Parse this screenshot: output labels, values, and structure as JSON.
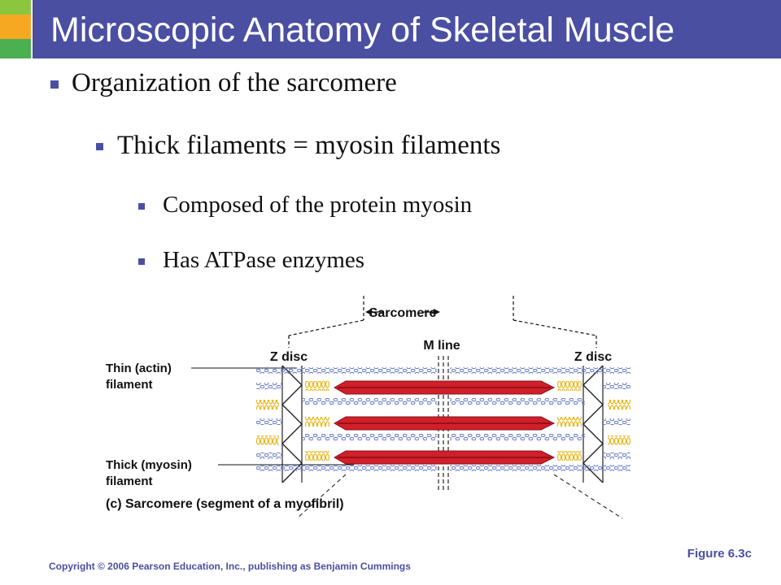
{
  "slide": {
    "title": "Microscopic Anatomy of Skeletal Muscle",
    "accent_colors": [
      "#8cc63f",
      "#f7a823",
      "#4caf50",
      "#4a4fa2"
    ],
    "bullets": [
      {
        "level": 1,
        "text": "Organization of the sarcomere"
      },
      {
        "level": 2,
        "text": "Thick filaments = myosin filaments"
      },
      {
        "level": 3,
        "text": "Composed of the protein myosin"
      },
      {
        "level": 3,
        "text": "Has ATPase enzymes"
      }
    ],
    "figure_label": "Figure 6.3c",
    "copyright": "Copyright © 2006 Pearson Education, Inc., publishing as Benjamin Cummings"
  },
  "figure": {
    "labels": {
      "sarcomere": "Sarcomere",
      "m_line": "M line",
      "z_disc_left": "Z disc",
      "z_disc_right": "Z disc",
      "thin_filament_line1": "Thin (actin)",
      "thin_filament_line2": "filament",
      "thick_filament_line1": "Thick (myosin)",
      "thick_filament_line2": "filament",
      "caption_prefix": "(c) Sarcomere",
      "caption_rest": " (segment of a myofibril)"
    },
    "colors": {
      "myosin": "#d0202a",
      "actin": "#6d7fc4",
      "titin": "#e8b820"
    }
  }
}
